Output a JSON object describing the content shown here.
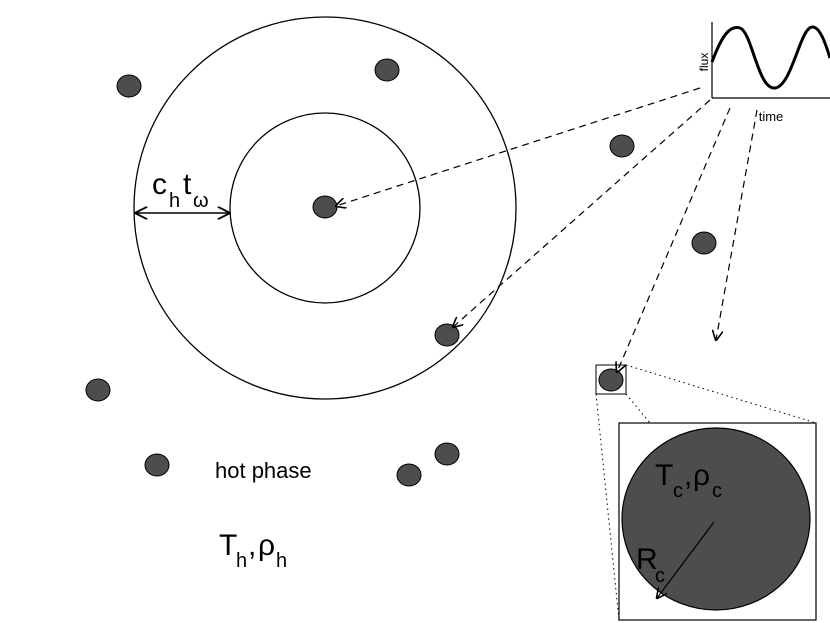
{
  "inset_plot": {
    "ylabel": "flux",
    "xlabel": "time"
  },
  "hot_phase": {
    "label": "hot phase",
    "T": "T",
    "T_sub": "h",
    "sep": ",",
    "rho": "ρ",
    "rho_sub": "h"
  },
  "light_travel": {
    "c": "c",
    "c_sub": "h",
    "t": "t",
    "t_sub": "ω"
  },
  "cloud_zoom": {
    "T": "T",
    "T_sub": "c",
    "sep": ",",
    "rho": "ρ",
    "rho_sub": "c",
    "R": "R",
    "R_sub": "c"
  },
  "colors": {
    "cloud_fill": "#4d4d4d",
    "line": "#000000",
    "background": "#ffffff"
  }
}
